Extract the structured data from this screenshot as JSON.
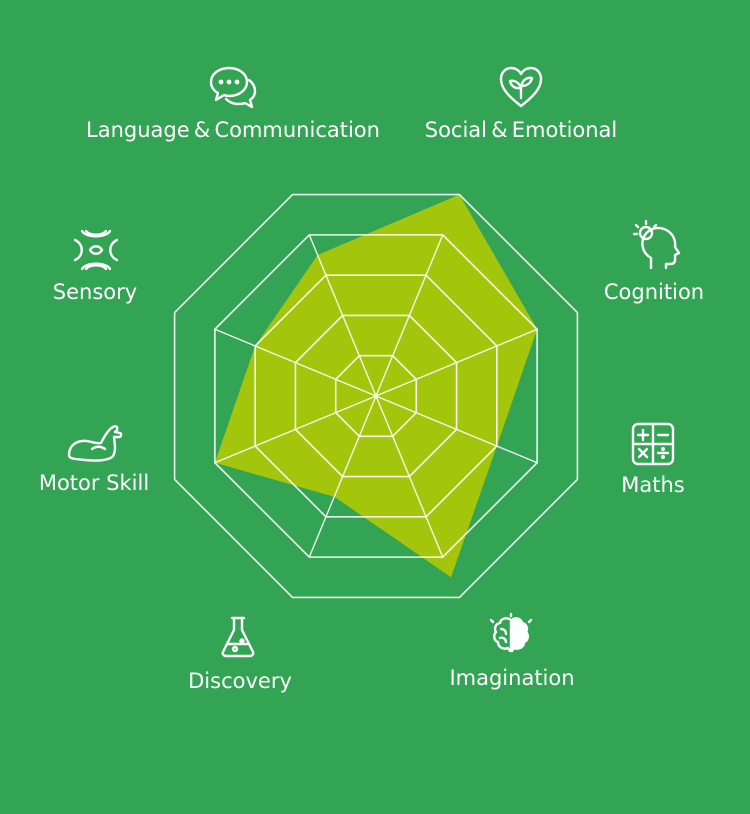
{
  "chart_data": {
    "type": "radar",
    "levels": 5,
    "max": 5,
    "axes": [
      {
        "label": "Social & Emotional",
        "value": 5,
        "icon": "heart-leaf-icon"
      },
      {
        "label": "Cognition",
        "value": 4,
        "icon": "thinking-head-icon"
      },
      {
        "label": "Maths",
        "value": 3,
        "icon": "math-symbols-icon"
      },
      {
        "label": "Imagination",
        "value": 4.5,
        "icon": "brain-icon"
      },
      {
        "label": "Discovery",
        "value": 2.5,
        "icon": "flask-icon"
      },
      {
        "label": "Motor Skill",
        "value": 4,
        "icon": "flexed-arm-icon"
      },
      {
        "label": "Sensory",
        "value": 3,
        "icon": "sensory-icon"
      },
      {
        "label": "Language & Communication",
        "value": 3.5,
        "icon": "chat-bubbles-icon"
      }
    ],
    "colors": {
      "background": "#33a454",
      "grid": "#ffffff",
      "fill": "#b7cc00",
      "inner_grid": "#f0f0a0"
    }
  }
}
